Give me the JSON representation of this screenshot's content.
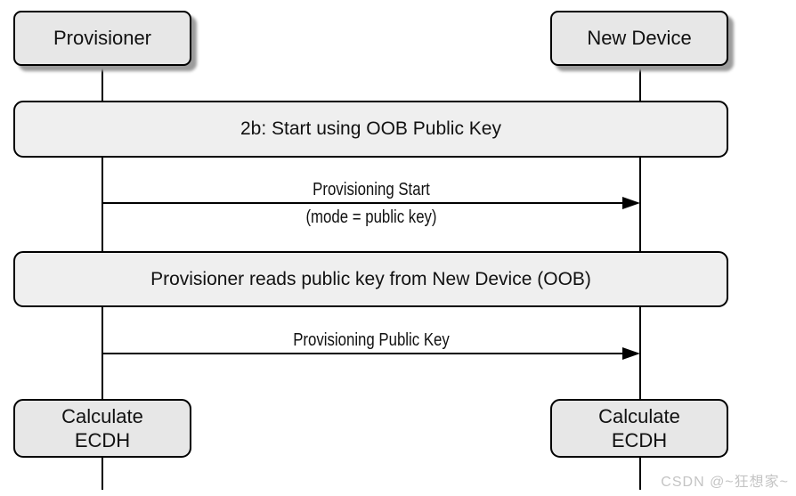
{
  "diagram": {
    "type": "sequence",
    "actors": [
      {
        "label": "Provisioner"
      },
      {
        "label": "New Device"
      }
    ],
    "banners": [
      {
        "label": "2b:  Start using OOB Public Key"
      },
      {
        "label": "Provisioner reads public key from New Device (OOB)"
      }
    ],
    "messages": [
      {
        "label": "Provisioning Start",
        "sublabel": "(mode = public key)",
        "from": "Provisioner",
        "to": "New Device"
      },
      {
        "label": "Provisioning Public Key",
        "sublabel": "",
        "from": "Provisioner",
        "to": "New Device"
      }
    ],
    "activities": [
      {
        "label": "Calculate\nECDH",
        "actor": "Provisioner"
      },
      {
        "label": "Calculate\nECDH",
        "actor": "New Device"
      }
    ],
    "colors": {
      "background": "#ffffff",
      "box_fill": "#e7e7e7",
      "banner_fill": "#efefef",
      "line": "#000000",
      "shadow": "#9c9c9c",
      "watermark_text": "#c4c4c4"
    }
  },
  "watermark": {
    "text": "CSDN @~狂想家~"
  }
}
